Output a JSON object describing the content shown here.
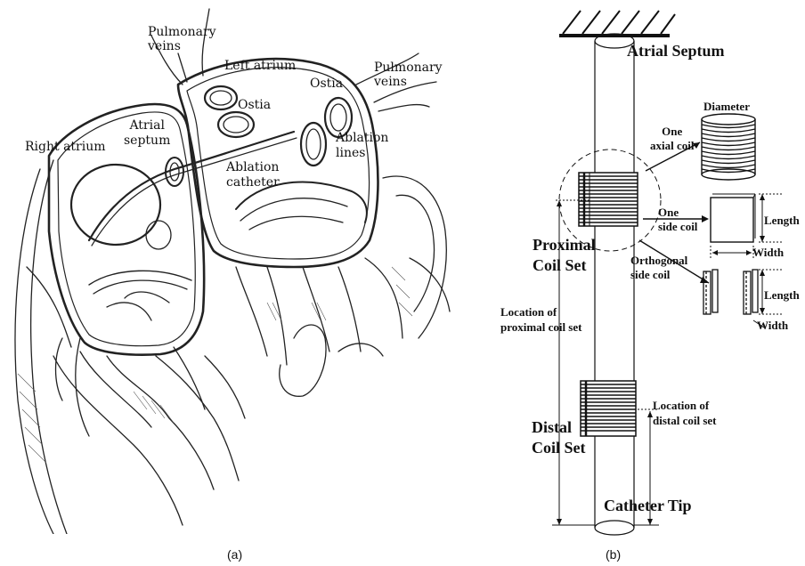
{
  "panel_a": {
    "caption": "(a)",
    "labels": {
      "pulmonary_veins_left": "Pulmonary\nveins",
      "pulmonary_veins_right": "Pulmonary\nveins",
      "left_atrium": "Left atrium",
      "ostia_center": "Ostia",
      "ostia_right": "Ostia",
      "atrial_septum": "Atrial\nseptum",
      "right_atrium": "Right atrium",
      "ablation_catheter": "Ablation\ncatheter",
      "ablation_lines": "Ablation\nlines"
    }
  },
  "panel_b": {
    "caption": "(b)",
    "labels": {
      "atrial_septum": "Atrial Septum",
      "diameter": "Diameter",
      "one_axial_coil": "One\naxial coil",
      "one_side_coil": "One\nside coil",
      "length_1": "Length",
      "width_1": "Width",
      "proximal_coil_set": "Proximal\nCoil Set",
      "orthogonal_side_coil": "Orthogonal\nside coil",
      "length_2": "Length",
      "width_2": "Width",
      "location_proximal": "Location of\nproximal coil set",
      "location_distal": "Location of\ndistal coil set",
      "distal_coil_set": "Distal\nCoil Set",
      "catheter_tip": "Catheter Tip"
    }
  }
}
